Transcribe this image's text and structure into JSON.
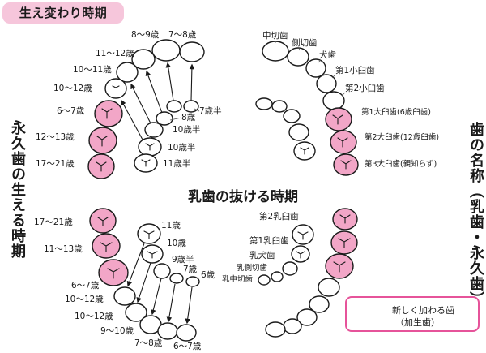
{
  "title": "生え変わり時期",
  "left_vertical_title": "永久歯の生える時期",
  "right_vertical_title": "歯の名称（乳歯・永久歯）",
  "center_heading": "乳歯の抜ける時期",
  "top_left_labels": [
    "8〜9歳",
    "7〜8歳",
    "11〜12歳",
    "10〜11歳",
    "10〜12歳",
    "6〜7歳",
    "12〜13歳",
    "17〜21歳",
    "8歳",
    "7歳半",
    "10歳半",
    "10歳半",
    "11歳半"
  ],
  "top_right_labels": [
    "中切歯",
    "側切歯",
    "犬歯",
    "第1小臼歯",
    "第2小臼歯",
    "第1大臼歯(6歳臼歯)",
    "第2大臼歯(12歳臼歯)",
    "第3大臼歯(親知らず)"
  ],
  "bottom_left_labels": [
    "17〜21歳",
    "11〜13歳",
    "6〜7歳",
    "10〜12歳",
    "10〜12歳",
    "9〜10歳",
    "7〜8歳",
    "6〜7歳",
    "11歳",
    "10歳",
    "9歳半",
    "7歳",
    "6歳"
  ],
  "bottom_right_labels": [
    "第2乳臼歯",
    "第1乳臼歯",
    "乳犬歯",
    "乳側切歯",
    "乳中切歯"
  ],
  "legend": {
    "line1": "新しく加わる歯",
    "line2": "（加生歯）"
  },
  "colors": {
    "pink_fill": "#f2a6c7",
    "badge": "#f6c6db",
    "legend_border": "#e6539a",
    "outline": "#1a1a1a"
  }
}
